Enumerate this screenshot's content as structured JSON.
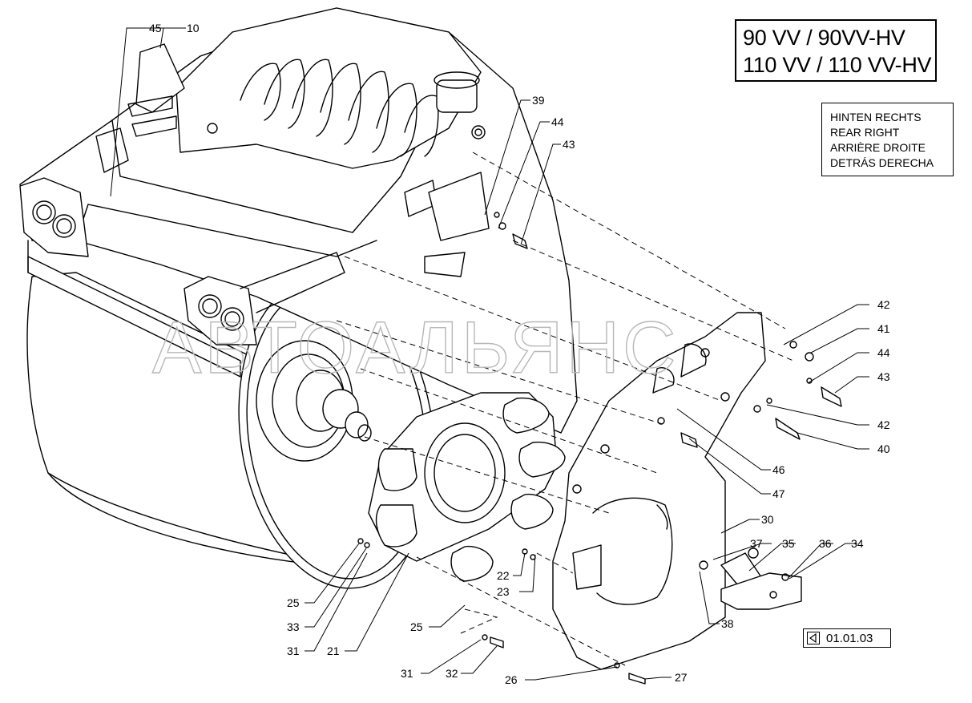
{
  "models": {
    "line1": "90 VV / 90VV-HV",
    "line2": "110 VV / 110 VV-HV"
  },
  "position": {
    "line1": "HINTEN RECHTS",
    "line2": "REAR RIGHT",
    "line3": "ARRIÈRE DROITE",
    "line4": "DETRÁS DERECHA"
  },
  "reference": "01.01.03",
  "watermark": "АВТОАЛЬЯНС",
  "callouts": [
    "45",
    "10",
    "39",
    "44",
    "43",
    "42",
    "41",
    "44",
    "43",
    "42",
    "40",
    "46",
    "47",
    "30",
    "37",
    "35",
    "36",
    "34",
    "38",
    "22",
    "23",
    "25",
    "33",
    "31",
    "21",
    "25",
    "31",
    "32",
    "26",
    "27"
  ],
  "colors": {
    "line": "#000000",
    "watermark": "#b8b8b8"
  }
}
